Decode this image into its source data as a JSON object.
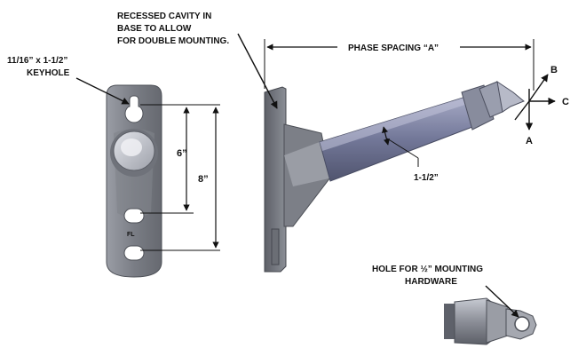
{
  "labels": {
    "keyhole_size": "11/16” x 1-1/2”",
    "keyhole": "KEYHOLE",
    "cavity_line1": "RECESSED CAVITY IN",
    "cavity_line2": "BASE TO ALLOW",
    "cavity_line3": "FOR DOUBLE MOUNTING.",
    "phase_spacing": "PHASE SPACING “A”",
    "dim_6": "6”",
    "dim_8": "8”",
    "dim_1_5": "1-1/2”",
    "axis_b": "B",
    "axis_c": "C",
    "axis_a": "A",
    "hole_line1": "HOLE FOR ½” MOUNTING",
    "hole_line2": "HARDWARE",
    "plate_mark": "FL"
  },
  "colors": {
    "metal_dark": "#6e7178",
    "metal_mid": "#8d9098",
    "metal_light": "#b8bbc3",
    "rod": "#7a7fa0",
    "line": "#111111"
  }
}
